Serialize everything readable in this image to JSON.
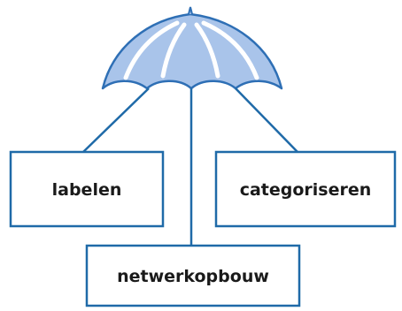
{
  "diagram": {
    "nodes": {
      "left": "labelen",
      "right": "categoriseren",
      "bottom": "netwerkopbouw"
    },
    "icon": "umbrella-icon",
    "colors": {
      "umbrella_outline": "#2e6fb5",
      "umbrella_fill": "#a9c4ea",
      "connector": "#1f6aa8",
      "box_border": "#1f6aa8",
      "text": "#1a1a1a",
      "background": "#ffffff"
    }
  }
}
